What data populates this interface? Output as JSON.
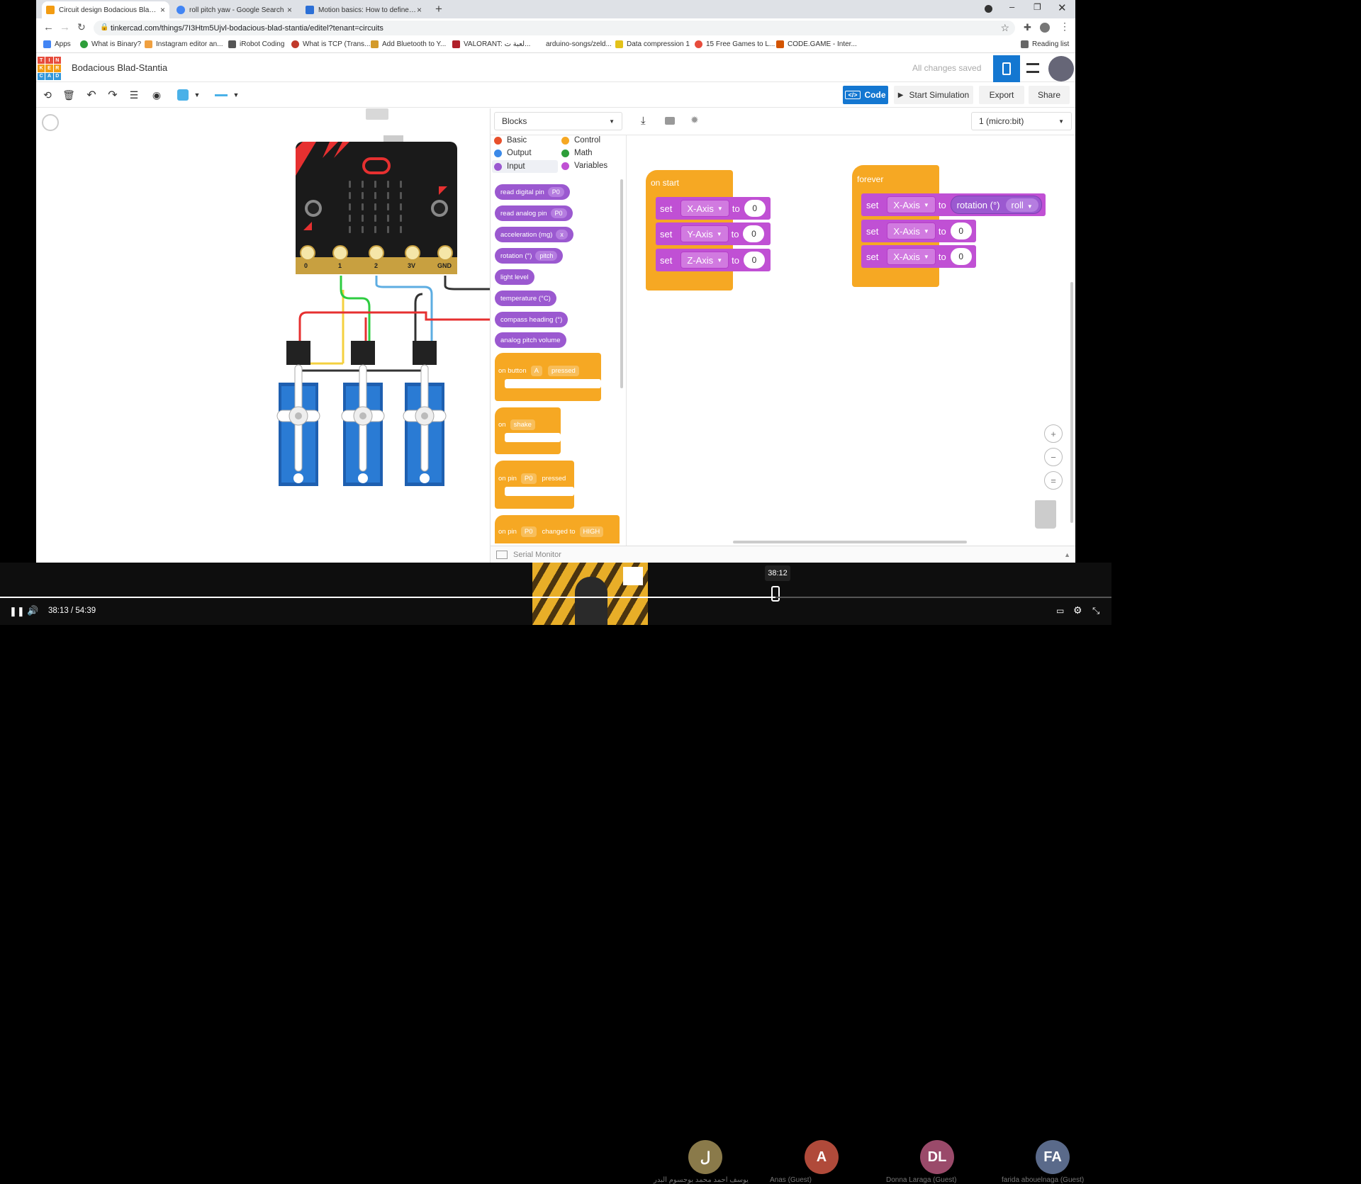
{
  "browser": {
    "tabs": [
      {
        "title": "Circuit design Bodacious Blad-St",
        "color": "#f39c12"
      },
      {
        "title": "roll pitch yaw - Google Search",
        "color": "#4285f4"
      },
      {
        "title": "Motion basics: How to define roll",
        "color": "#2b6fd6"
      }
    ],
    "url": "tinkercad.com/things/7I3Htm5Ujvl-bodacious-blad-stantia/editel?tenant=circuits",
    "bookmarks": [
      "Apps",
      "What is Binary?",
      "Instagram editor an...",
      "iRobot Coding",
      "What is TCP (Trans...",
      "Add Bluetooth to Y...",
      "VALORANT: لعبة ت...",
      "arduino-songs/zeld...",
      "Data compression 1",
      "15 Free Games to L...",
      "CODE.GAME - Inter..."
    ],
    "reading_list": "Reading list"
  },
  "tinkercad": {
    "logo_letters": [
      "T",
      "I",
      "N",
      "K",
      "E",
      "R",
      "C",
      "A",
      "D"
    ],
    "project_name": "Bodacious Blad-Stantia",
    "save_status": "All changes saved",
    "code_button": "Code",
    "start_sim": "Start Simulation",
    "export": "Export",
    "share": "Share"
  },
  "code": {
    "mode": "Blocks",
    "device": "1 (micro:bit)",
    "categories": [
      {
        "name": "Basic",
        "color": "#e8502b"
      },
      {
        "name": "Control",
        "color": "#f6a823"
      },
      {
        "name": "Output",
        "color": "#3c8ae8"
      },
      {
        "name": "Math",
        "color": "#2e9e3a"
      },
      {
        "name": "Input",
        "color": "#9b59d0"
      },
      {
        "name": "Variables",
        "color": "#c050d4"
      }
    ],
    "palette": [
      {
        "text": "read digital pin",
        "dd": "P0"
      },
      {
        "text": "read analog pin",
        "dd": "P0"
      },
      {
        "text": "acceleration (mg)",
        "dd": "x"
      },
      {
        "text": "rotation (°)",
        "dd": "pitch"
      },
      {
        "text": "light level",
        "dd": ""
      },
      {
        "text": "temperature (°C)",
        "dd": ""
      },
      {
        "text": "compass heading (°)",
        "dd": ""
      },
      {
        "text": "analog pitch volume",
        "dd": ""
      }
    ],
    "events": {
      "on_button": "on button",
      "btn_val": "A",
      "pressed": "pressed",
      "on_shake": "on",
      "shake": "shake",
      "on_pin": "on pin",
      "pin_val": "P0",
      "pin_pressed": "pressed",
      "on_pin2": "on pin",
      "pin2_val": "P0",
      "changed_to": "changed to",
      "high": "HIGH"
    },
    "on_start": {
      "label": "on start",
      "rows": [
        {
          "set": "set",
          "var": "X-Axis",
          "to": "to",
          "val": "0"
        },
        {
          "set": "set",
          "var": "Y-Axis",
          "to": "to",
          "val": "0"
        },
        {
          "set": "set",
          "var": "Z-Axis",
          "to": "to",
          "val": "0"
        }
      ]
    },
    "forever": {
      "label": "forever",
      "row1": {
        "set": "set",
        "var": "X-Axis",
        "to": "to",
        "rot": "rotation (°)",
        "rot_dd": "roll"
      },
      "row2": {
        "set": "set",
        "var": "X-Axis",
        "to": "to",
        "val": "0"
      },
      "row3": {
        "set": "set",
        "var": "X-Axis",
        "to": "to",
        "val": "0"
      }
    },
    "serial": "Serial Monitor"
  },
  "circuit": {
    "pins": [
      "0",
      "1",
      "2",
      "3V",
      "GND"
    ]
  },
  "video": {
    "time": "38:13",
    "duration": "54:39",
    "hover_time": "38:12",
    "progress": 0.698,
    "participants": [
      {
        "initials": "ل",
        "name": "يوسف احمد محمد بوجسوم البدر",
        "color": "#8a7a4a"
      },
      {
        "initials": "A",
        "name": "Anas (Guest)",
        "color": "#b04a3a"
      },
      {
        "initials": "DL",
        "name": "Donna Laraga (Guest)",
        "color": "#9a4a6a"
      },
      {
        "initials": "FA",
        "name": "farida abouelnaga (Guest)",
        "color": "#5a6a8a"
      }
    ]
  }
}
